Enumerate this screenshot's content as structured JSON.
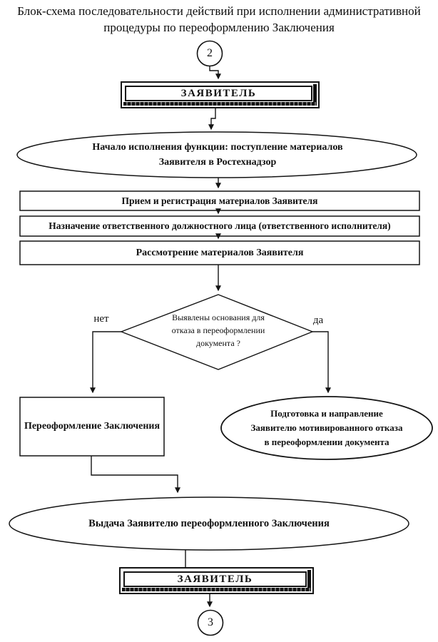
{
  "title": "Блок-схема последовательности действий при исполнении административной\nпроцедуры по переоформлению Заключения",
  "colors": {
    "ink": "#141414",
    "background": "#ffffff"
  },
  "flow": {
    "start_connector": "2",
    "end_connector": "3",
    "applicant_top": "ЗАЯВИТЕЛЬ",
    "start_event": "Начало исполнения функции: поступление материалов\nЗаявителя в Ростехнадзор",
    "step_receive": "Прием и регистрация материалов Заявителя",
    "step_assign": "Назначение ответственного должностного лица (ответственного исполнителя)",
    "step_review": "Рассмотрение материалов Заявителя",
    "decision": "Выявлены основания для\nотказа в переоформлении\nдокумента ?",
    "branch_no": "нет",
    "branch_yes": "да",
    "step_reissue": "Переоформление Заключения",
    "refusal_event": "Подготовка и направление\nЗаявителю мотивированного отказа\nв переоформлении документа",
    "issue_event": "Выдача Заявителю переоформленного Заключения",
    "applicant_bottom": "ЗАЯВИТЕЛЬ"
  }
}
